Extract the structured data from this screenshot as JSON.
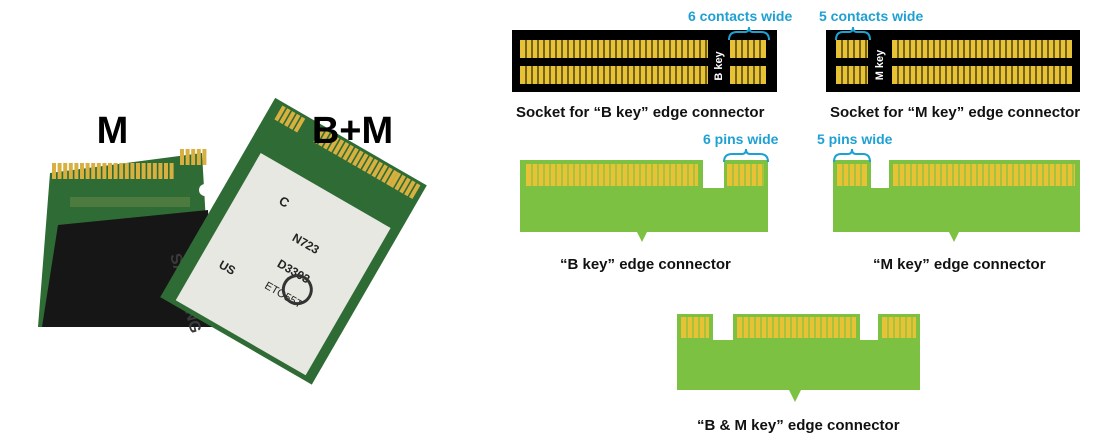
{
  "photo": {
    "label_m": "M",
    "label_bm": "B+M",
    "m_card_chip_text": "SAMSUNG",
    "bm_card_sticker_lines": [
      "C",
      "N723",
      "D3303",
      "ETO55T",
      "US"
    ]
  },
  "b_socket": {
    "key_label": "B key",
    "dimension_label": "6 contacts wide",
    "caption": "Socket for “B key” edge connector"
  },
  "m_socket": {
    "key_label": "M key",
    "dimension_label": "5 contacts wide",
    "caption": "Socket for “M key” edge connector"
  },
  "b_connector": {
    "dimension_label": "6 pins wide",
    "caption": "“B key” edge connector"
  },
  "m_connector": {
    "dimension_label": "5 pins wide",
    "caption": "“M key” edge connector"
  },
  "bm_connector": {
    "caption": "“B & M key” edge connector"
  },
  "colors": {
    "pcb_green": "#7cc142",
    "gold_contact": "#e8c235",
    "dimension_blue": "#1fa0d3",
    "socket_black": "#000000"
  }
}
